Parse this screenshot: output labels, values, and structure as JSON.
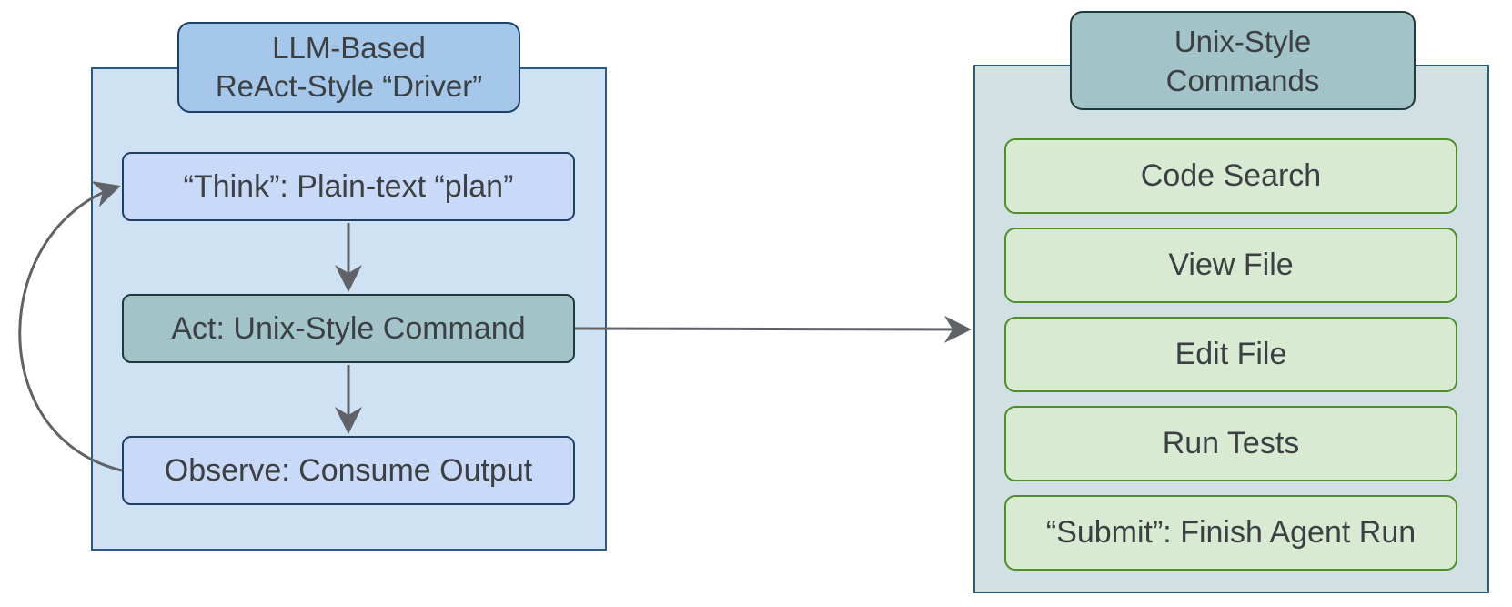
{
  "driver": {
    "title_line1": "LLM-Based",
    "title_line2": "ReAct-Style “Driver”",
    "steps": [
      {
        "label": "“Think”: Plain-text “plan”"
      },
      {
        "label": "Act: Unix-Style Command"
      },
      {
        "label": "Observe: Consume Output"
      }
    ]
  },
  "commands": {
    "title_line1": "Unix-Style",
    "title_line2": "Commands",
    "items": [
      {
        "label": "Code Search"
      },
      {
        "label": "View File"
      },
      {
        "label": "Edit File"
      },
      {
        "label": "Run Tests"
      },
      {
        "label": "“Submit”: Finish Agent Run"
      }
    ]
  },
  "colors": {
    "driver_panel_fill": "#cfe2f3",
    "driver_title_fill": "#a4c7ea",
    "think_observe_fill": "#c9daf8",
    "act_fill": "#a2c4c9",
    "commands_panel_fill": "#d0e0e3",
    "commands_title_fill": "#a2c4c9",
    "command_fill": "#d9ead3",
    "command_border": "#4e8f2a",
    "arrow": "#5f6368"
  }
}
